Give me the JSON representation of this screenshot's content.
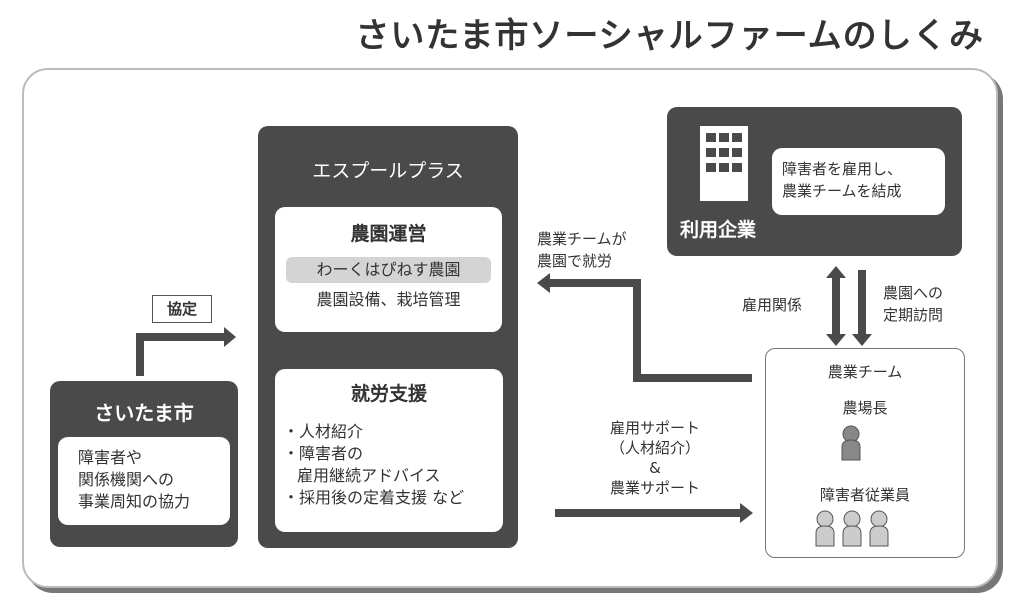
{
  "title": "さいたま市ソーシャルファームのしくみ",
  "saitama": {
    "name": "さいたま市",
    "lines": [
      "障害者や",
      "関係機関への",
      "事業周知の協力"
    ]
  },
  "agreement_label": "協定",
  "espool": {
    "name": "エスプールプラス",
    "farm_ops": {
      "heading": "農園運営",
      "farm_name": "わーくはぴねす農園",
      "detail": "農園設備、栽培管理"
    },
    "employment_support": {
      "heading": "就労支援",
      "items": [
        "・人材紹介",
        "・障害者の",
        "雇用継続アドバイス",
        "・採用後の定着支援 など"
      ]
    }
  },
  "company": {
    "name": "利用企業",
    "lines": [
      "障害者を雇用し、",
      "農業チームを結成"
    ]
  },
  "work_label": [
    "農業チームが",
    "農園で就労"
  ],
  "employment_relation": "雇用関係",
  "visit_label": [
    "農園への",
    "定期訪問"
  ],
  "support_label": [
    "雇用サポート",
    "（人材紹介）",
    "&",
    "農業サポート"
  ],
  "team": {
    "name": "農業チーム",
    "leader": "農場長",
    "employees": "障害者従業員"
  }
}
